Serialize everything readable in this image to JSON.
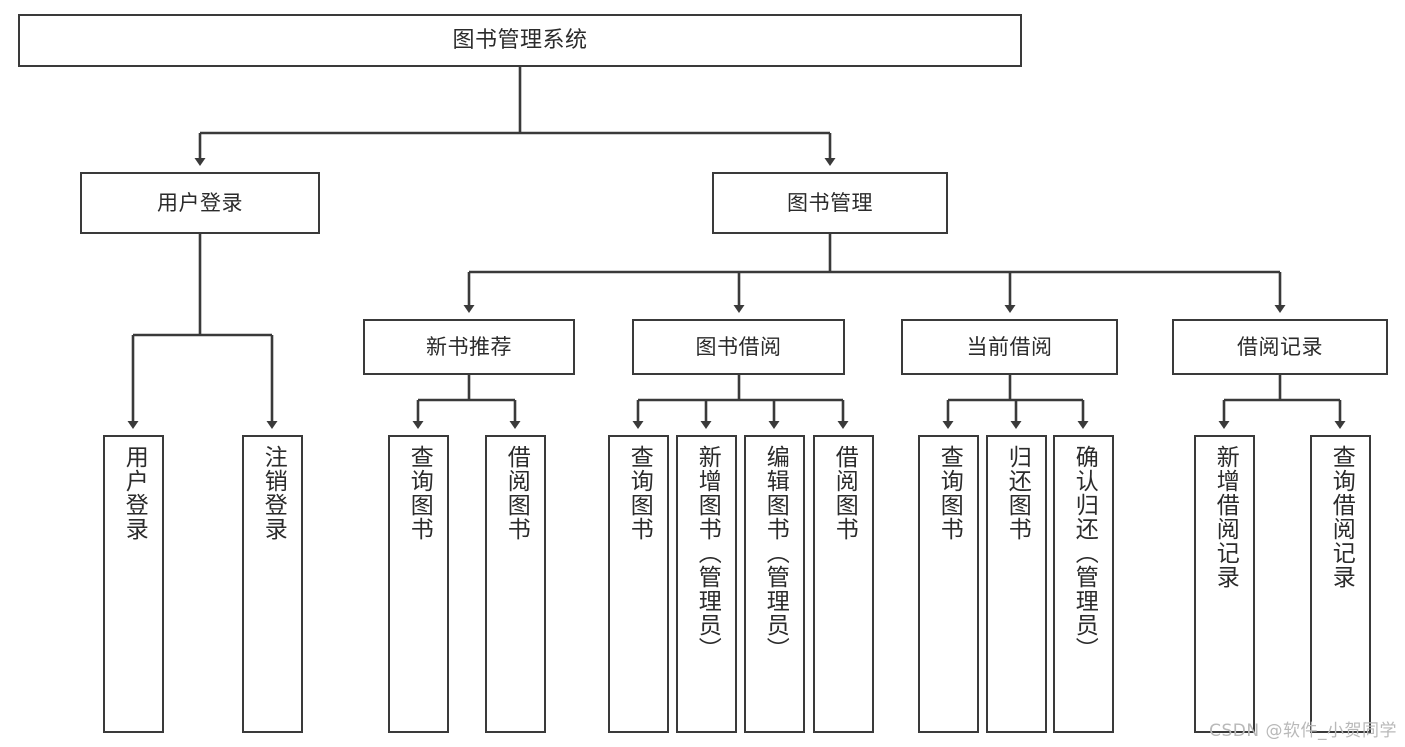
{
  "diagram": {
    "title": "图书管理系统",
    "type": "tree",
    "watermark": "CSDN @软件_小贺同学",
    "stroke_color": "#3a3a3a",
    "text_color": "#2b2b2b",
    "background_color": "#ffffff",
    "nodes": {
      "root": {
        "label": "图书管理系统"
      },
      "level1": [
        {
          "label": "用户登录"
        },
        {
          "label": "图书管理"
        }
      ],
      "level2": [
        {
          "label": "新书推荐"
        },
        {
          "label": "图书借阅"
        },
        {
          "label": "当前借阅"
        },
        {
          "label": "借阅记录"
        }
      ],
      "leaves_user_login": [
        {
          "label": "用户登录"
        },
        {
          "label": "注销登录"
        }
      ],
      "leaves_new_book": [
        {
          "label": "查询图书"
        },
        {
          "label": "借阅图书"
        }
      ],
      "leaves_borrow": [
        {
          "label": "查询图书"
        },
        {
          "label": "新增图书（管理员）"
        },
        {
          "label": "编辑图书（管理员）"
        },
        {
          "label": "借阅图书"
        }
      ],
      "leaves_current": [
        {
          "label": "查询图书"
        },
        {
          "label": "归还图书"
        },
        {
          "label": "确认归还（管理员）"
        }
      ],
      "leaves_record": [
        {
          "label": "新增借阅记录"
        },
        {
          "label": "查询借阅记录"
        }
      ]
    }
  }
}
